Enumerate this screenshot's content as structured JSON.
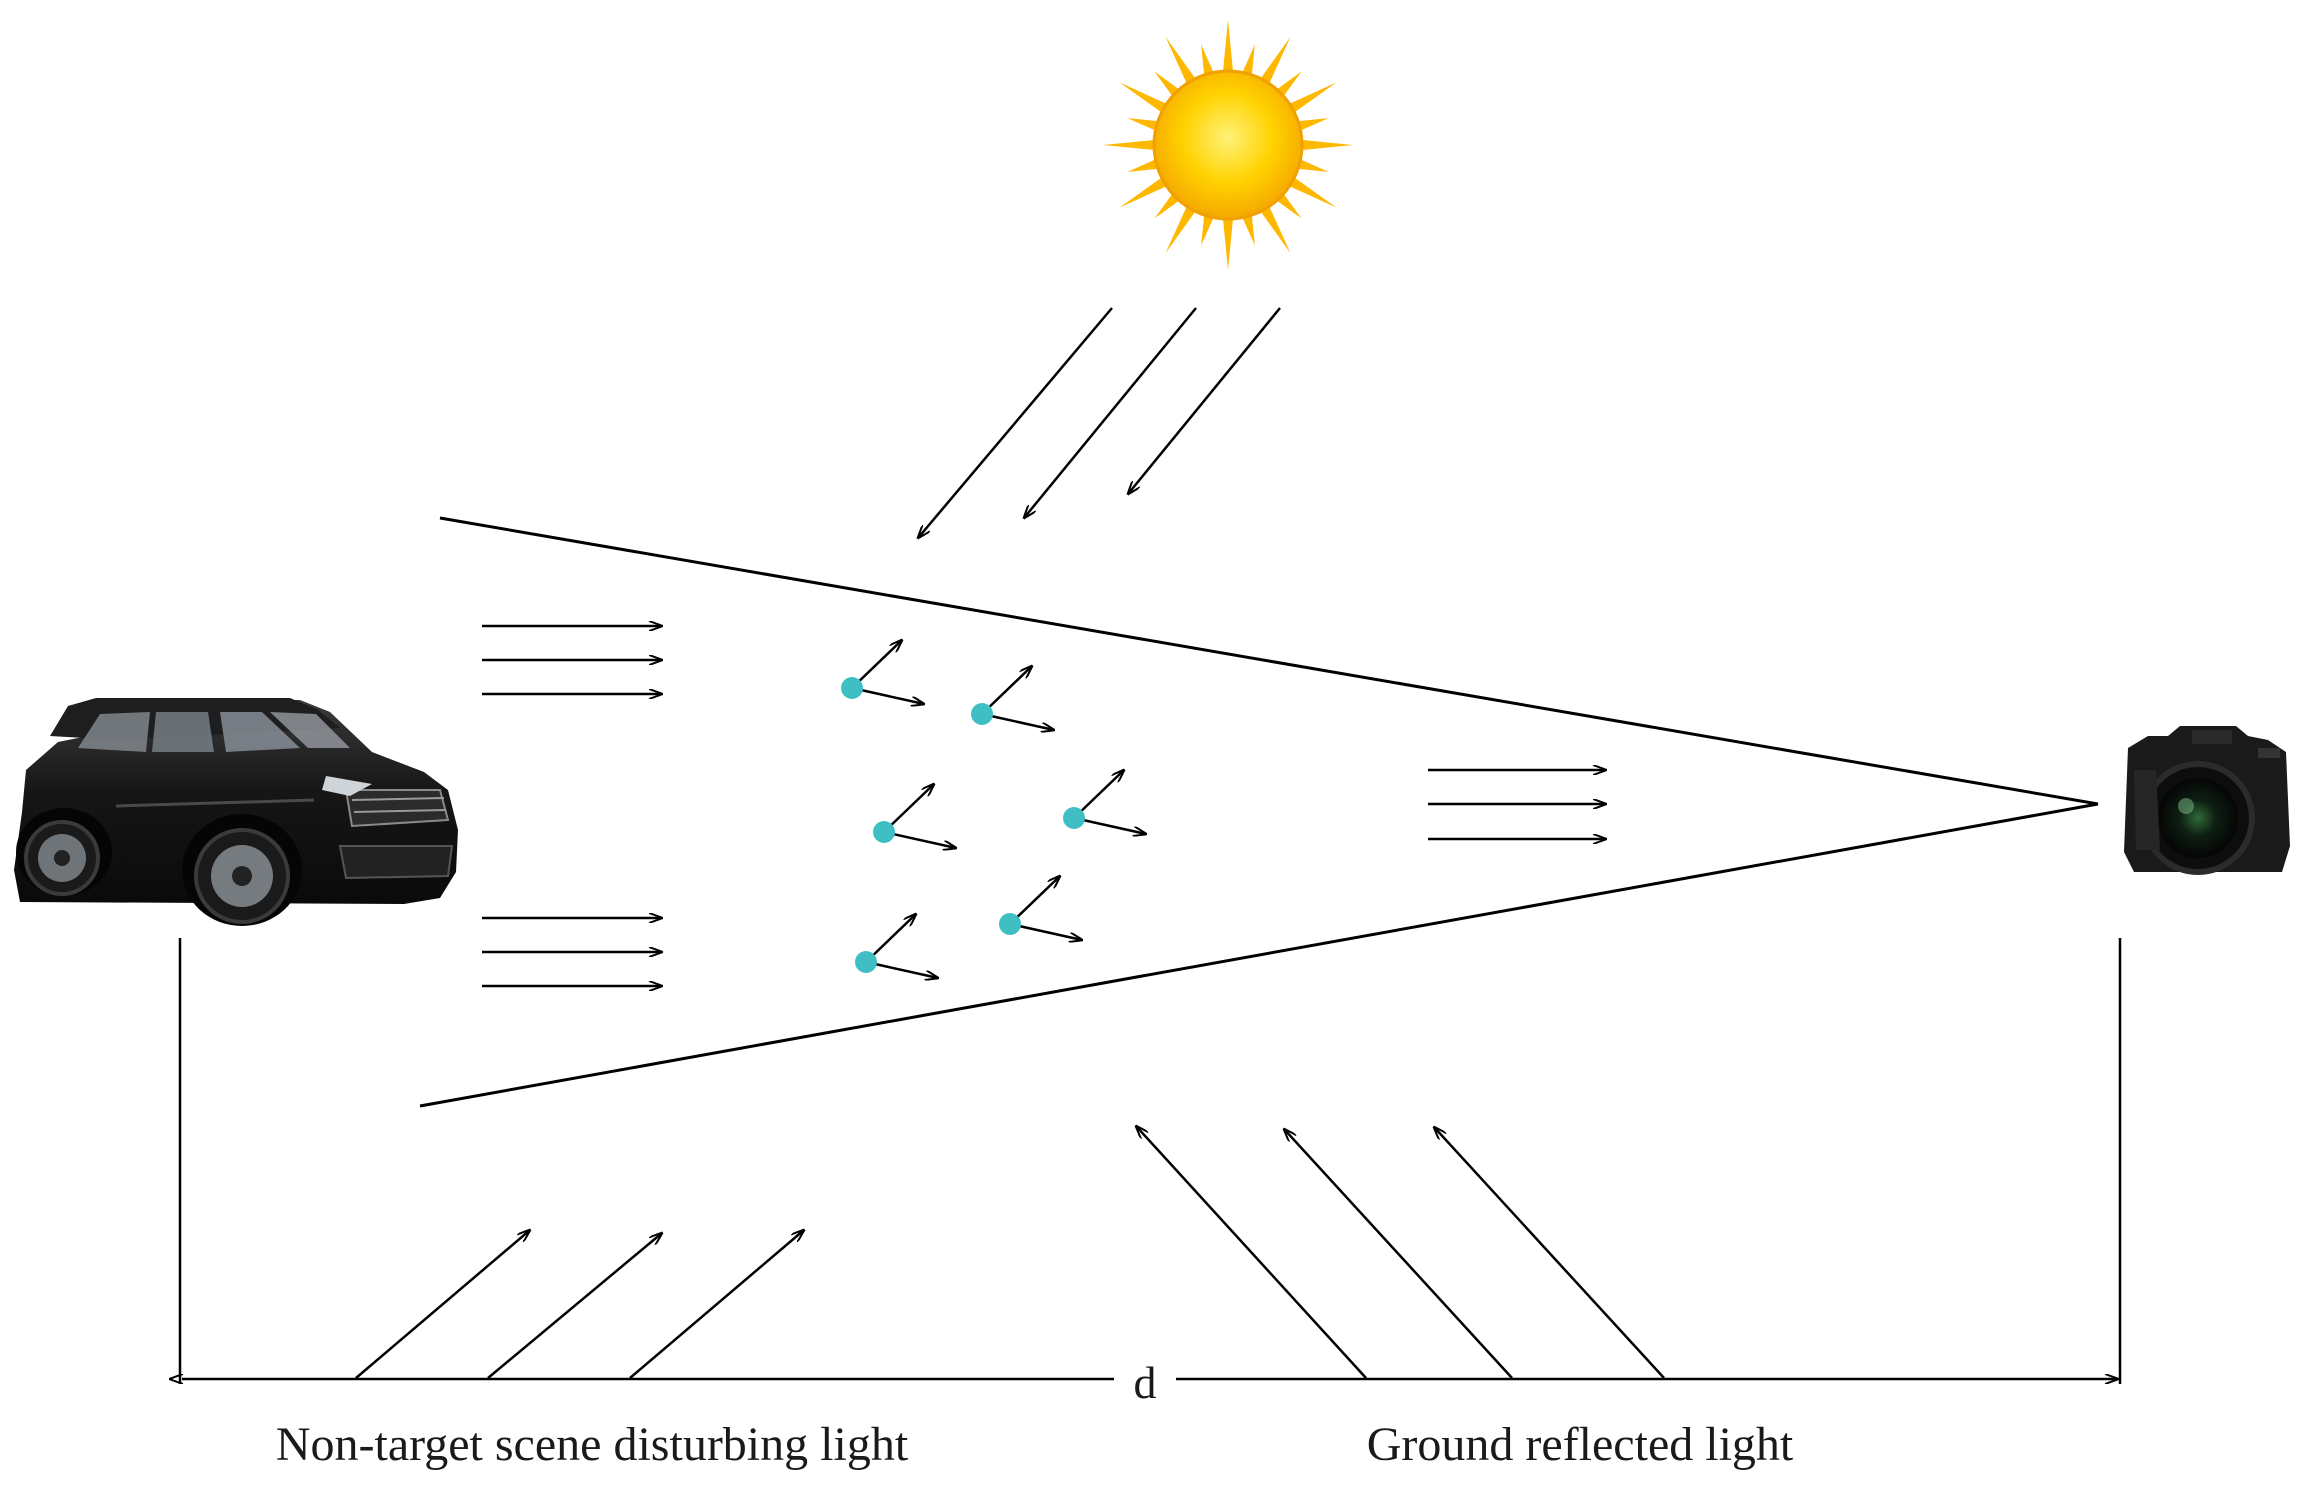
{
  "labels": {
    "distance": "d",
    "left_caption": "Non-target scene disturbing light",
    "right_caption": "Ground reflected light"
  },
  "colors": {
    "line": "#000000",
    "particle": "#3fbfc4",
    "sun_core": "#ffcc00",
    "sun_rays": "#ffb800",
    "car_body": "#141414",
    "camera_body": "#1a1a1a"
  },
  "icons": [
    "sun-icon",
    "car-icon",
    "camera-icon"
  ]
}
